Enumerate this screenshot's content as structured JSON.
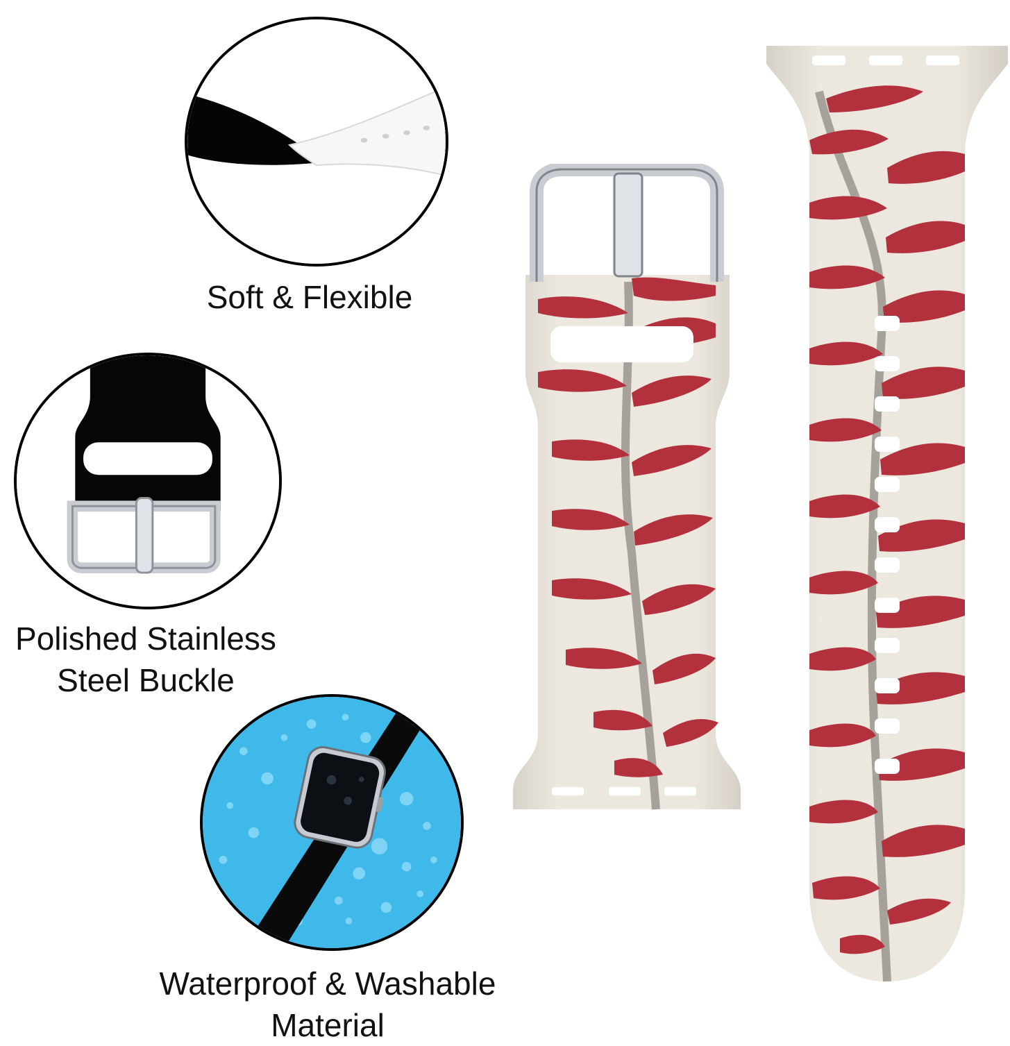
{
  "features": [
    {
      "icon": "soft-strap-icon",
      "caption_lines": [
        "Soft & Flexible"
      ]
    },
    {
      "icon": "buckle-icon",
      "caption_lines": [
        "Polished Stainless",
        "Steel Buckle"
      ]
    },
    {
      "icon": "water-drop-watch-icon",
      "caption_lines": [
        "Waterproof & Washable",
        "Material"
      ]
    }
  ],
  "colors": {
    "band_base": "#ece8e0",
    "stitch_red": "#b3313c",
    "stitch_dark": "#7c1b24",
    "seam_shadow": "#8f8b84",
    "buckle_steel": "#c9ccd1",
    "water_blue": "#3fb8ea",
    "strap_black": "#0a0a0a"
  }
}
